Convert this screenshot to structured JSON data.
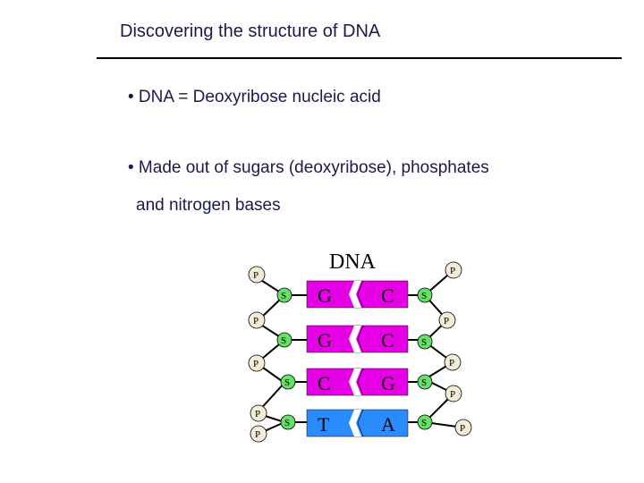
{
  "slide": {
    "title": "Discovering the structure of DNA",
    "bullets": [
      "• DNA = Deoxyribose nucleic acid",
      "• Made out of sugars (deoxyribose), phosphates",
      "and nitrogen bases"
    ]
  },
  "diagram": {
    "title": "DNA",
    "left_phosphates": [
      "P",
      "P",
      "P",
      "P",
      "P"
    ],
    "right_phosphates": [
      "P",
      "P",
      "P",
      "P",
      "P"
    ],
    "sugar_label": "S",
    "rows": [
      {
        "left_base": "G",
        "right_base": "C",
        "left_color": "#e600e6",
        "right_color": "#e600e6"
      },
      {
        "left_base": "G",
        "right_base": "C",
        "left_color": "#e600e6",
        "right_color": "#e600e6"
      },
      {
        "left_base": "C",
        "right_base": "G",
        "left_color": "#e600e6",
        "right_color": "#e600e6"
      },
      {
        "left_base": "T",
        "right_base": "A",
        "left_color": "#2b8cff",
        "right_color": "#2b8cff"
      }
    ],
    "colors": {
      "sugar": "#66e066",
      "phosphate": "#f3ecd6",
      "backbone": "#000000"
    }
  }
}
